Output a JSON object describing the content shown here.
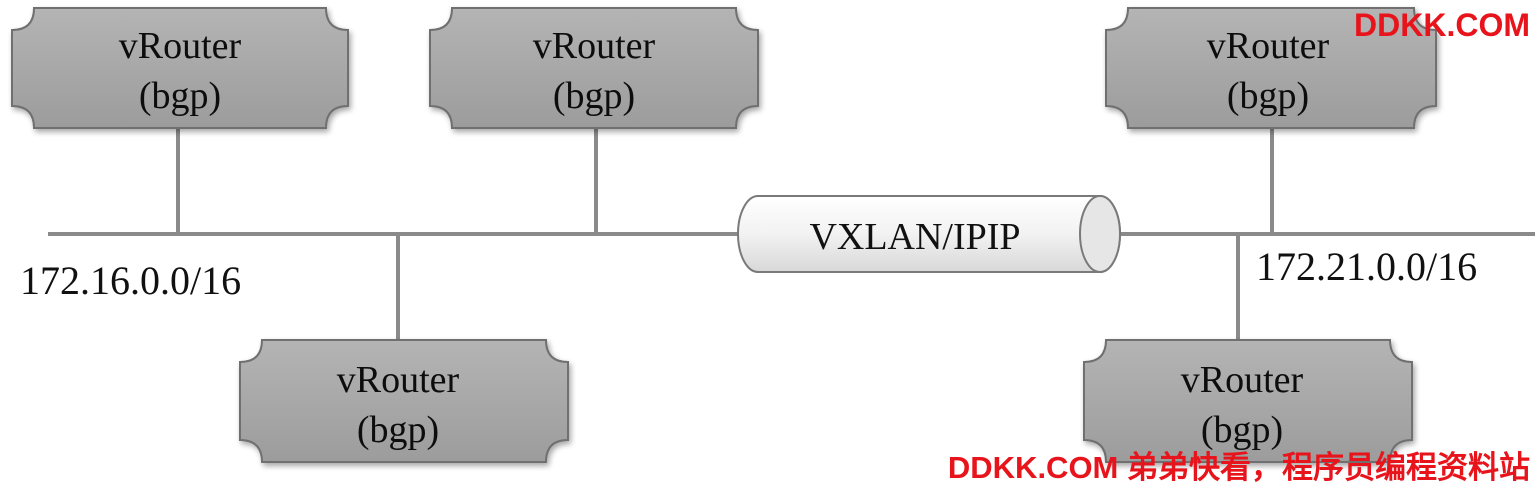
{
  "routers": [
    {
      "id": "r1",
      "line1": "vRouter",
      "line2": "(bgp)"
    },
    {
      "id": "r2",
      "line1": "vRouter",
      "line2": "(bgp)"
    },
    {
      "id": "r3",
      "line1": "vRouter",
      "line2": "(bgp)"
    },
    {
      "id": "r4",
      "line1": "vRouter",
      "line2": "(bgp)"
    },
    {
      "id": "r5",
      "line1": "vRouter",
      "line2": "(bgp)"
    }
  ],
  "subnets": {
    "left": "172.16.0.0/16",
    "right": "172.21.0.0/16"
  },
  "tunnel": {
    "label": "VXLAN/IPIP"
  },
  "watermarks": {
    "top": "DDKK.COM",
    "bottom": "DDKK.COM 弟弟快看，程序员编程资料站"
  },
  "colors": {
    "router_fill": "#a9a9a9",
    "router_border": "#6f6f6f",
    "line": "#8a8a8a",
    "tunnel_fill": "#f4f4f4",
    "watermark": "#e8141c"
  }
}
